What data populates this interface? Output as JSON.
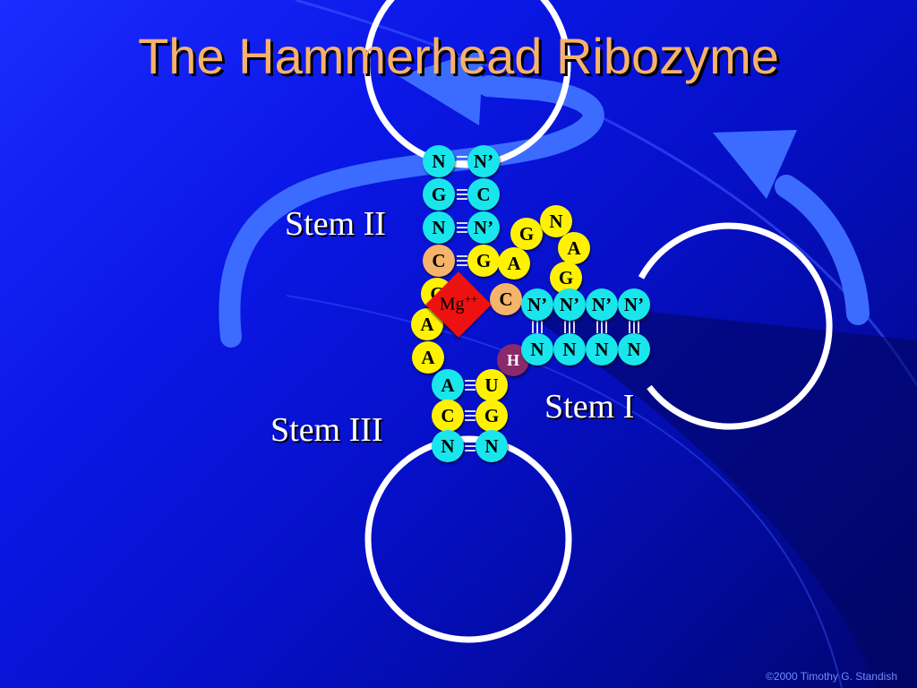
{
  "title": "The Hammerhead Ribozyme",
  "labels": {
    "stem2": "Stem II",
    "stem3": "Stem III",
    "stem1": "Stem I",
    "magnesium": "Mg",
    "magnesium_charge": "++"
  },
  "nucleotides": {
    "stem2_left": [
      "N",
      "G",
      "N",
      "C"
    ],
    "stem2_right": [
      "N’",
      "C",
      "N’",
      "G"
    ],
    "core_loop": [
      "G",
      "N",
      "A",
      "A",
      "G"
    ],
    "core_left": [
      "C",
      "A",
      "A"
    ],
    "core_c": "C",
    "core_h": "H",
    "stem3_left": [
      "A",
      "C",
      "N"
    ],
    "stem3_right": [
      "U",
      "G",
      "N"
    ],
    "stem1_top": [
      "N’",
      "N’",
      "N’",
      "N’"
    ],
    "stem1_bottom": [
      "N",
      "N",
      "N",
      "N"
    ]
  },
  "colors": {
    "background": "#0b17e6",
    "title": "#f6b26b",
    "cyan_nucleotide": "#19e6ec",
    "yellow_nucleotide": "#fff200",
    "tan_nucleotide": "#f5b46a",
    "h_nucleotide": "#8a2a6b",
    "magnesium": "#ee1111",
    "arrow": "#3b6cff",
    "loop": "#ffffff"
  },
  "copyright": "©2000 Timothy G. Standish"
}
